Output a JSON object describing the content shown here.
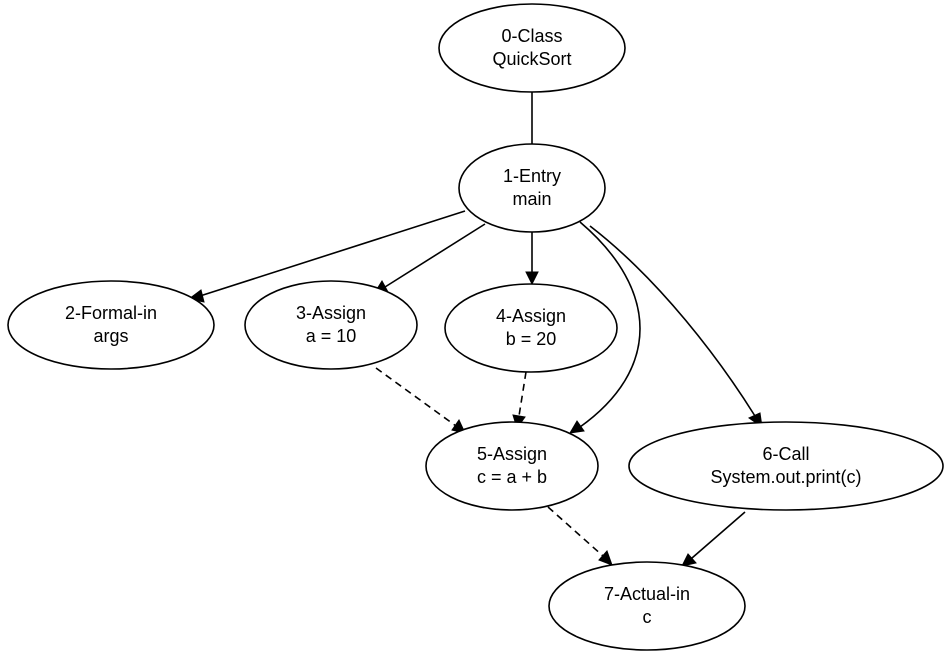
{
  "nodes": [
    {
      "id": "n0",
      "line1": "0-Class",
      "line2": "QuickSort"
    },
    {
      "id": "n1",
      "line1": "1-Entry",
      "line2": "main"
    },
    {
      "id": "n2",
      "line1": "2-Formal-in",
      "line2": "args"
    },
    {
      "id": "n3",
      "line1": "3-Assign",
      "line2": "a = 10"
    },
    {
      "id": "n4",
      "line1": "4-Assign",
      "line2": "b = 20"
    },
    {
      "id": "n5",
      "line1": "5-Assign",
      "line2": "c = a + b"
    },
    {
      "id": "n6",
      "line1": "6-Call",
      "line2": "System.out.print(c)"
    },
    {
      "id": "n7",
      "line1": "7-Actual-in",
      "line2": "c"
    }
  ],
  "edges": [
    {
      "from": "n0",
      "to": "n1",
      "style": "solid"
    },
    {
      "from": "n1",
      "to": "n2",
      "style": "solid"
    },
    {
      "from": "n1",
      "to": "n3",
      "style": "solid"
    },
    {
      "from": "n1",
      "to": "n4",
      "style": "solid"
    },
    {
      "from": "n1",
      "to": "n5",
      "style": "solid"
    },
    {
      "from": "n1",
      "to": "n6",
      "style": "solid"
    },
    {
      "from": "n3",
      "to": "n5",
      "style": "dashed"
    },
    {
      "from": "n4",
      "to": "n5",
      "style": "dashed"
    },
    {
      "from": "n5",
      "to": "n7",
      "style": "dashed"
    },
    {
      "from": "n6",
      "to": "n7",
      "style": "solid"
    }
  ]
}
